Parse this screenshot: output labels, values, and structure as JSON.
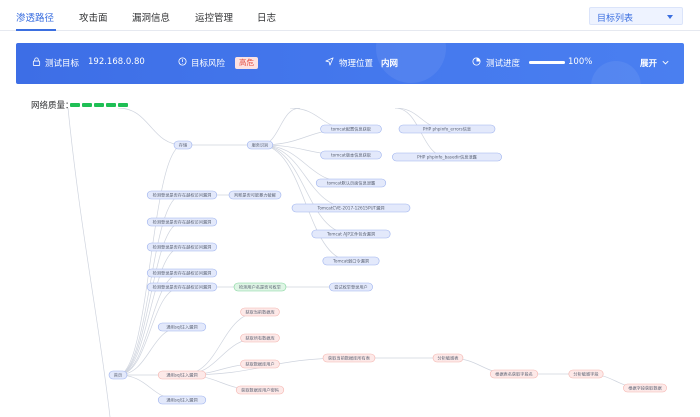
{
  "nav": {
    "tabs": [
      {
        "label": "渗透路径",
        "active": true
      },
      {
        "label": "攻击面",
        "active": false
      },
      {
        "label": "漏洞信息",
        "active": false
      },
      {
        "label": "运控管理",
        "active": false
      },
      {
        "label": "日志",
        "active": false
      }
    ],
    "target_list": "目标列表"
  },
  "banner": {
    "target_label": "测试目标",
    "target_value": "192.168.0.80",
    "risk_label": "目标风险",
    "risk_value": "高危",
    "location_label": "物理位置",
    "location_value": "内网",
    "progress_label": "测试进度",
    "progress_value": "100%",
    "progress_fraction": 1.0,
    "expand_label": "展开"
  },
  "network_quality": {
    "label": "网络质量：",
    "level": 5,
    "color": "#1fbf55"
  },
  "colors": {
    "accent": "#3b6fe0",
    "node_blue_fill": "#e3e9fb",
    "node_blue_stroke": "#9db2ee",
    "node_green_fill": "#dff5e5",
    "node_green_stroke": "#7fd49a",
    "node_red_fill": "#fde9e8",
    "node_red_stroke": "#f4b4ae"
  },
  "graph": {
    "nodes": [
      {
        "id": "root",
        "label": "首页",
        "kind": "blue"
      },
      {
        "id": "n_d",
        "label": "存储",
        "kind": "blue"
      },
      {
        "id": "n_sw",
        "label": "服务识别",
        "kind": "blue"
      },
      {
        "id": "t1",
        "label": "tomcat配置信息获取",
        "kind": "blue"
      },
      {
        "id": "t2",
        "label": "tomcat版本信息获取",
        "kind": "blue"
      },
      {
        "id": "t3",
        "label": "tomcat默认页面信息泄露",
        "kind": "blue"
      },
      {
        "id": "t4",
        "label": "TomcatCVE-2017-12615PUT漏洞",
        "kind": "blue"
      },
      {
        "id": "t5",
        "label": "Tomcat AJP文件包含漏洞",
        "kind": "blue"
      },
      {
        "id": "t6",
        "label": "Tomcat弱口令漏洞",
        "kind": "blue"
      },
      {
        "id": "p1",
        "label": "PHP phpinfo_errors信息",
        "kind": "blue"
      },
      {
        "id": "p2",
        "label": "PHP phpinfo_basedir信息泄露",
        "kind": "blue"
      },
      {
        "id": "c1",
        "label": "检测登录是否存在越权访问漏洞",
        "kind": "blue"
      },
      {
        "id": "c1b",
        "label": "判断是否可能暴力破解",
        "kind": "blue"
      },
      {
        "id": "c2",
        "label": "检测登录是否存在越权访问漏洞",
        "kind": "blue"
      },
      {
        "id": "c3",
        "label": "检测登录是否存在越权访问漏洞",
        "kind": "blue"
      },
      {
        "id": "c4",
        "label": "检测登录是否存在越权访问漏洞",
        "kind": "blue"
      },
      {
        "id": "c5",
        "label": "检测登录是否存在越权访问漏洞",
        "kind": "blue"
      },
      {
        "id": "g1",
        "label": "检测用户名是否可枚举",
        "kind": "green"
      },
      {
        "id": "g2",
        "label": "尝试枚举登录用户",
        "kind": "blue"
      },
      {
        "id": "s1",
        "label": "通用sql注入漏洞",
        "kind": "blue"
      },
      {
        "id": "s2",
        "label": "通用sql注入漏洞",
        "kind": "red"
      },
      {
        "id": "s3",
        "label": "通用sql注入漏洞",
        "kind": "blue"
      },
      {
        "id": "r1",
        "label": "获取当前数据库",
        "kind": "red"
      },
      {
        "id": "r2",
        "label": "获取所有数据库",
        "kind": "red"
      },
      {
        "id": "r3",
        "label": "获取数据库用户",
        "kind": "red"
      },
      {
        "id": "r4",
        "label": "获取数据库用户密码",
        "kind": "red"
      },
      {
        "id": "r5",
        "label": "获取当前数据库所有表",
        "kind": "red"
      },
      {
        "id": "r6",
        "label": "分析敏感表",
        "kind": "red"
      },
      {
        "id": "r7",
        "label": "根据表名获取字段名",
        "kind": "red"
      },
      {
        "id": "r8",
        "label": "分析敏感字段",
        "kind": "red"
      },
      {
        "id": "r9",
        "label": "根据字段获取数据",
        "kind": "red"
      }
    ],
    "edges": [
      [
        "root",
        "n_d"
      ],
      [
        "root",
        "c1"
      ],
      [
        "root",
        "c2"
      ],
      [
        "root",
        "c3"
      ],
      [
        "root",
        "c4"
      ],
      [
        "root",
        "c5"
      ],
      [
        "root",
        "s1"
      ],
      [
        "root",
        "s2"
      ],
      [
        "root",
        "s3"
      ],
      [
        "n_d",
        "n_sw"
      ],
      [
        "n_sw",
        "t1"
      ],
      [
        "n_sw",
        "t2"
      ],
      [
        "n_sw",
        "t3"
      ],
      [
        "n_sw",
        "t4"
      ],
      [
        "n_sw",
        "t5"
      ],
      [
        "n_sw",
        "t6"
      ],
      [
        "c1",
        "c1b"
      ],
      [
        "c5",
        "g1"
      ],
      [
        "g1",
        "g2"
      ],
      [
        "s2",
        "r1"
      ],
      [
        "s2",
        "r2"
      ],
      [
        "s2",
        "r3"
      ],
      [
        "s2",
        "r4"
      ],
      [
        "s2",
        "r5"
      ],
      [
        "r5",
        "r6"
      ],
      [
        "r6",
        "r7"
      ],
      [
        "r7",
        "r8"
      ],
      [
        "r8",
        "r9"
      ]
    ]
  }
}
